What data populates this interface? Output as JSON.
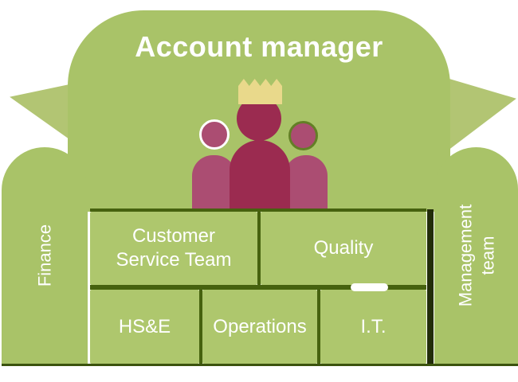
{
  "diagram": {
    "title": "Account manager",
    "armrest_left": {
      "label": "Finance"
    },
    "armrest_right": {
      "label": "Management\nteam"
    },
    "cushions_row1": [
      {
        "label": "Customer\nService Team"
      },
      {
        "label": "Quality"
      }
    ],
    "cushions_row2": [
      {
        "label": "HS&E"
      },
      {
        "label": "Operations"
      },
      {
        "label": "I.T."
      }
    ],
    "icons": {
      "crown": "crown-icon",
      "team": "crowned-leader-with-team-icon"
    },
    "colors": {
      "green": "#a9c368",
      "green_cushion": "#aec76d",
      "green_light": "#b2c573",
      "divider": "#46620f",
      "figure_dark": "#9b2b50",
      "figure_light": "#ab4d72",
      "crown": "#e9d98b",
      "text": "#ffffff"
    }
  }
}
